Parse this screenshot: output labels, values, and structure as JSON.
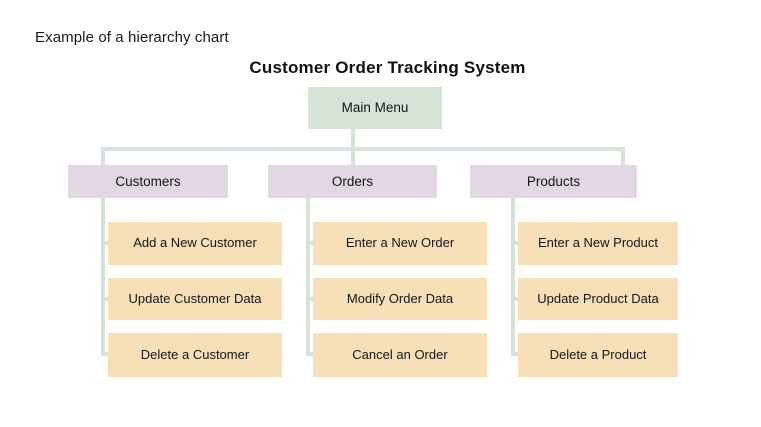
{
  "caption": "Example of a hierarchy chart",
  "chart_data": {
    "type": "diagram",
    "diagram_type": "hierarchy-chart",
    "title": "Customer Order Tracking System",
    "colors": {
      "root_fill": "#d6e4d8",
      "branch_fill": "#e1d8e4",
      "leaf_fill": "#f7e0b8",
      "connector": "#d6e4d8",
      "text": "#161616",
      "background": "#ffffff"
    },
    "root": {
      "label": "Main Menu"
    },
    "branches": [
      {
        "label": "Customers",
        "children": [
          {
            "label": "Add a New Customer"
          },
          {
            "label": "Update Customer Data"
          },
          {
            "label": "Delete a Customer"
          }
        ]
      },
      {
        "label": "Orders",
        "children": [
          {
            "label": "Enter a New Order"
          },
          {
            "label": "Modify Order Data"
          },
          {
            "label": "Cancel an Order"
          }
        ]
      },
      {
        "label": "Products",
        "children": [
          {
            "label": "Enter a New Product"
          },
          {
            "label": "Update Product Data"
          },
          {
            "label": "Delete a Product"
          }
        ]
      }
    ]
  }
}
